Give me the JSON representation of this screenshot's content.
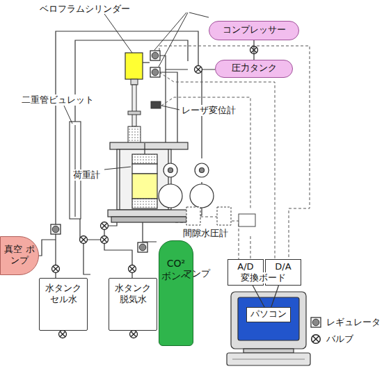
{
  "diagram": {
    "nodes": [
      {
        "text": [
          "コンプレッサー"
        ]
      },
      {
        "text": [
          "圧力タンク"
        ]
      },
      {
        "text": [
          "真空 ポンプ"
        ]
      },
      {
        "text": [
          "水タンク セル水"
        ]
      },
      {
        "text": [
          "水タンク 脱気水"
        ]
      },
      {
        "text": [
          "CO² ボンベ"
        ]
      },
      {
        "text": [
          "A/D"
        ]
      },
      {
        "text": [
          "D/A"
        ]
      },
      {
        "text": [
          "パソコン"
        ]
      }
    ],
    "edges": [
      {
        "from": 0,
        "to": 1,
        "arrow": "none"
      },
      {
        "from": 6,
        "to": 8,
        "arrow": "none"
      },
      {
        "from": 7,
        "to": 8,
        "arrow": "none"
      }
    ],
    "labels": [
      "ベロフラムシリンダー",
      "二重管ビュレット",
      "レーザ変位計",
      "荷重計",
      "間隙水圧計",
      "アンプ",
      "変換ボード"
    ],
    "legend": [
      {
        "text": "レギュレータ"
      },
      {
        "text": "バルブ"
      }
    ]
  }
}
